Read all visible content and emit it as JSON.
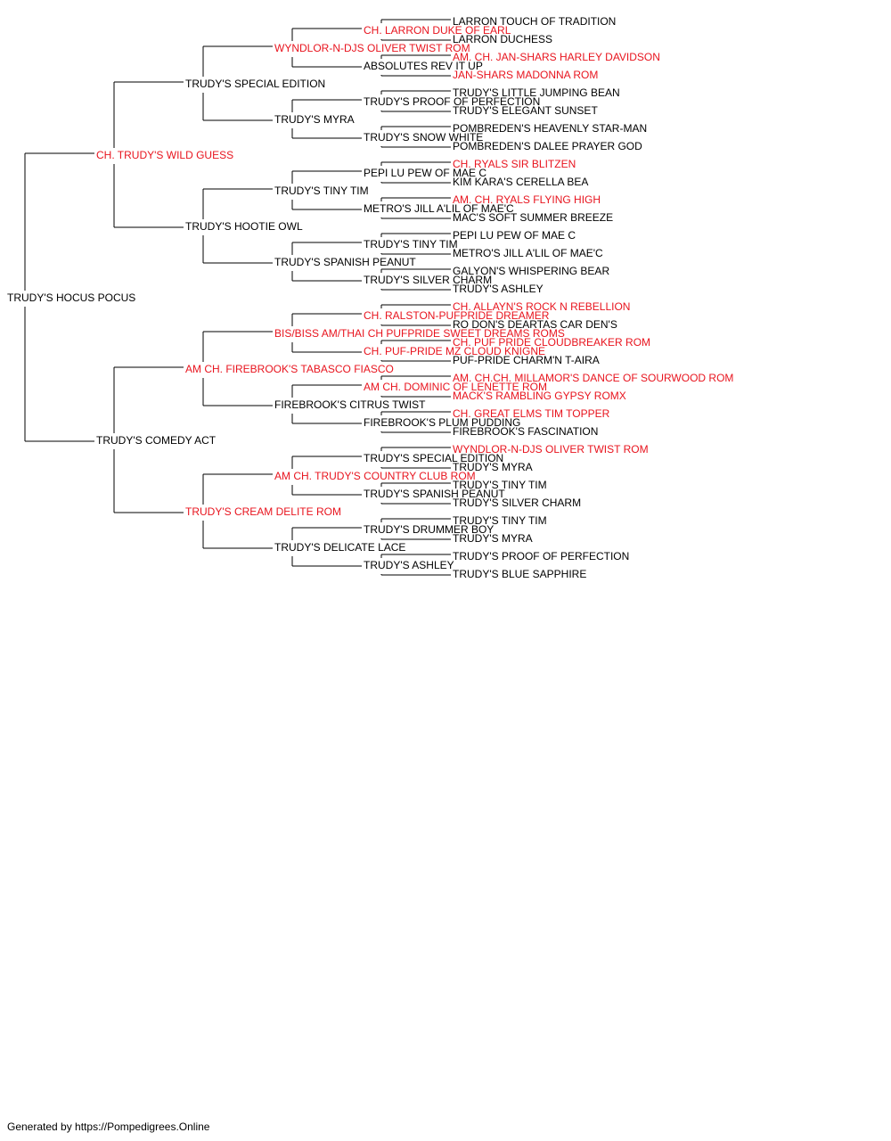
{
  "colors": {
    "champion": "#e8141e",
    "regular": "#000000",
    "line": "#000000"
  },
  "footer": {
    "text": "Generated by https://Pompedigrees.Online"
  },
  "pedigree": {
    "name": "TRUDY'S HOCUS POCUS",
    "champion": false,
    "sire": {
      "name": "CH. TRUDY'S WILD GUESS",
      "champion": true,
      "sire": {
        "name": "TRUDY'S SPECIAL EDITION",
        "champion": false,
        "sire": {
          "name": "WYNDLOR-N-DJS OLIVER TWIST ROM",
          "champion": true,
          "sire": {
            "name": "CH. LARRON DUKE OF EARL",
            "champion": true,
            "sire": {
              "name": "LARRON TOUCH OF TRADITION",
              "champion": false
            },
            "dam": {
              "name": "LARRON DUCHESS",
              "champion": false
            }
          },
          "dam": {
            "name": "ABSOLUTES REV IT UP",
            "champion": false,
            "sire": {
              "name": "AM. CH. JAN-SHARS HARLEY DAVIDSON",
              "champion": true
            },
            "dam": {
              "name": "JAN-SHARS MADONNA ROM",
              "champion": true
            }
          }
        },
        "dam": {
          "name": "TRUDY'S MYRA",
          "champion": false,
          "sire": {
            "name": "TRUDY'S PROOF OF PERFECTION",
            "champion": false,
            "sire": {
              "name": "TRUDY'S LITTLE JUMPING BEAN",
              "champion": false
            },
            "dam": {
              "name": "TRUDY'S ELEGANT SUNSET",
              "champion": false
            }
          },
          "dam": {
            "name": "TRUDY'S SNOW WHITE",
            "champion": false,
            "sire": {
              "name": "POMBREDEN'S HEAVENLY STAR-MAN",
              "champion": false
            },
            "dam": {
              "name": "POMBREDEN'S DALEE PRAYER GOD",
              "champion": false
            }
          }
        }
      },
      "dam": {
        "name": "TRUDY'S HOOTIE OWL",
        "champion": false,
        "sire": {
          "name": "TRUDY'S TINY TIM",
          "champion": false,
          "sire": {
            "name": "PEPI LU PEW OF MAE C",
            "champion": false,
            "sire": {
              "name": "CH. RYALS SIR BLITZEN",
              "champion": true
            },
            "dam": {
              "name": "KIM KARA'S CERELLA BEA",
              "champion": false
            }
          },
          "dam": {
            "name": "METRO'S JILL A'LIL OF MAE'C",
            "champion": false,
            "sire": {
              "name": "AM. CH. RYALS FLYING HIGH",
              "champion": true
            },
            "dam": {
              "name": "MAC'S SOFT SUMMER BREEZE",
              "champion": false
            }
          }
        },
        "dam": {
          "name": "TRUDY'S SPANISH PEANUT",
          "champion": false,
          "sire": {
            "name": "TRUDY'S TINY TIM",
            "champion": false,
            "sire": {
              "name": "PEPI LU PEW OF MAE C",
              "champion": false
            },
            "dam": {
              "name": "METRO'S JILL A'LIL OF MAE'C",
              "champion": false
            }
          },
          "dam": {
            "name": "TRUDY'S SILVER CHARM",
            "champion": false,
            "sire": {
              "name": "GALYON'S WHISPERING BEAR",
              "champion": false
            },
            "dam": {
              "name": "TRUDY'S ASHLEY",
              "champion": false
            }
          }
        }
      }
    },
    "dam": {
      "name": "TRUDY'S COMEDY ACT",
      "champion": false,
      "sire": {
        "name": "AM CH. FIREBROOK'S TABASCO FIASCO",
        "champion": true,
        "sire": {
          "name": "BIS/BISS AM/THAI CH PUFPRIDE SWEET DREAMS ROMS",
          "champion": true,
          "sire": {
            "name": "CH. RALSTON-PUFPRIDE DREAMER",
            "champion": true,
            "sire": {
              "name": "CH. ALLAYN'S ROCK N REBELLION",
              "champion": true
            },
            "dam": {
              "name": "RO DON'S DEARTAS CAR DEN'S",
              "champion": false
            }
          },
          "dam": {
            "name": "CH. PUF-PRIDE MZ CLOUD KNIGNE",
            "champion": true,
            "sire": {
              "name": "CH. PUF PRIDE CLOUDBREAKER ROM",
              "champion": true
            },
            "dam": {
              "name": "PUF-PRIDE CHARM'N T-AIRA",
              "champion": false
            }
          }
        },
        "dam": {
          "name": "FIREBROOK'S CITRUS TWIST",
          "champion": false,
          "sire": {
            "name": "AM CH. DOMINIC OF LENETTE ROM",
            "champion": true,
            "sire": {
              "name": "AM. CH.CH. MILLAMOR'S DANCE OF SOURWOOD ROM",
              "champion": true
            },
            "dam": {
              "name": "MACK'S RAMBLING GYPSY ROMX",
              "champion": true
            }
          },
          "dam": {
            "name": "FIREBROOK'S PLUM PUDDING",
            "champion": false,
            "sire": {
              "name": "CH. GREAT ELMS TIM TOPPER",
              "champion": true
            },
            "dam": {
              "name": "FIREBROOK'S FASCINATION",
              "champion": false
            }
          }
        }
      },
      "dam": {
        "name": "TRUDY'S CREAM DELITE ROM",
        "champion": true,
        "sire": {
          "name": "AM CH. TRUDY'S COUNTRY CLUB ROM",
          "champion": true,
          "sire": {
            "name": "TRUDY'S SPECIAL EDITION",
            "champion": false,
            "sire": {
              "name": "WYNDLOR-N-DJS OLIVER TWIST ROM",
              "champion": true
            },
            "dam": {
              "name": "TRUDY'S MYRA",
              "champion": false
            }
          },
          "dam": {
            "name": "TRUDY'S SPANISH PEANUT",
            "champion": false,
            "sire": {
              "name": "TRUDY'S TINY TIM",
              "champion": false
            },
            "dam": {
              "name": "TRUDY'S SILVER CHARM",
              "champion": false
            }
          }
        },
        "dam": {
          "name": "TRUDY'S DELICATE LACE",
          "champion": false,
          "sire": {
            "name": "TRUDY'S DRUMMER BOY",
            "champion": false,
            "sire": {
              "name": "TRUDY'S TINY TIM",
              "champion": false
            },
            "dam": {
              "name": "TRUDY'S MYRA",
              "champion": false
            }
          },
          "dam": {
            "name": "TRUDY'S ASHLEY",
            "champion": false,
            "sire": {
              "name": "TRUDY'S PROOF OF PERFECTION",
              "champion": false
            },
            "dam": {
              "name": "TRUDY'S BLUE SAPPHIRE",
              "champion": false
            }
          }
        }
      }
    }
  }
}
